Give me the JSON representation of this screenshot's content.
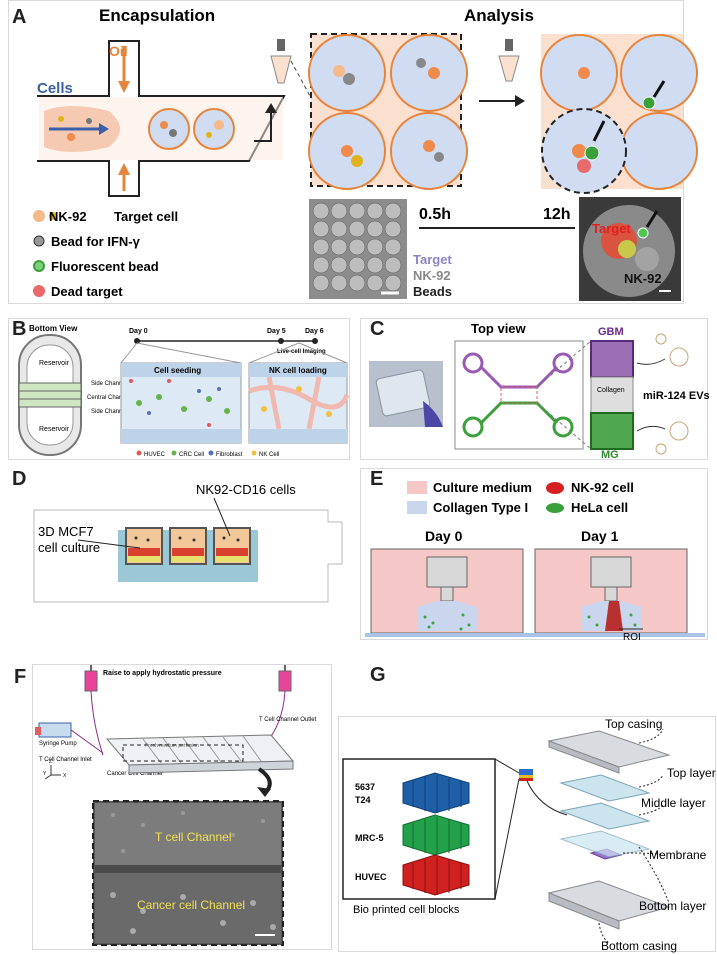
{
  "panel_labels": {
    "a": "A",
    "b": "B",
    "c": "C",
    "d": "D",
    "e": "E",
    "f": "F",
    "g": "G"
  },
  "panelA": {
    "encapsulation": "Encapsulation",
    "analysis": "Analysis",
    "oil": "Oil",
    "cells": "Cells",
    "legend": {
      "nk92": "NK-92",
      "target_cell": "Target cell",
      "bead_ifn": "Bead for IFN-γ",
      "fluor_bead": "Fluorescent bead",
      "dead_target": "Dead target"
    },
    "time_start": "0.5h",
    "time_end": "12h",
    "micro_labels": {
      "target": "Target",
      "nk92": "NK-92",
      "beads": "Beads"
    },
    "inset_target": "Target",
    "inset_nk92": "NK-92"
  },
  "panelB": {
    "bottom_view": "Bottom View",
    "reservoir_top": "Reservoir",
    "reservoir_bottom": "Reservoir",
    "side_channel_1": "Side Channel",
    "central_channel": "Central Channel",
    "side_channel_2": "Side Channel",
    "day0": "Day 0",
    "day5": "Day 5",
    "day6": "Day 6",
    "live_imaging": "Live-cell Imaging",
    "cell_seeding": "Cell seeding",
    "nk_loading": "NK cell loading",
    "legend": {
      "huvec": "HUVEC",
      "crc": "CRC Cell",
      "fibroblast": "Fibroblast",
      "nk": "NK Cell"
    }
  },
  "panelC": {
    "top_view": "Top view",
    "gbm": "GBM",
    "collagen": "Collagen",
    "mg": "MG",
    "evs": "miR-124 EVs"
  },
  "panelD": {
    "nk92_cd16": "NK92-CD16 cells",
    "mcf7_line1": "3D MCF7",
    "mcf7_line2": "cell culture"
  },
  "panelE": {
    "legend": {
      "culture_medium": "Culture medium",
      "collagen": "Collagen Type I",
      "nk92": "NK-92 cell",
      "hela": "HeLa cell"
    },
    "day0": "Day 0",
    "day1": "Day 1",
    "roi": "ROI"
  },
  "panelF": {
    "raise": "Raise to apply hydrostatic pressure",
    "syringe_pump": "Syringe Pump",
    "t_inlet": "T Cell Channel Inlet",
    "t_outlet": "T Cell Channel Outlet",
    "cancer_channel": "Cancer Cell Channel",
    "fresh_medium": "Fresh medium perfusion",
    "t_cell_channel_label": "T cell Channel",
    "cancer_cell_channel_label": "Cancer cell Channel",
    "axis_y": "Y",
    "axis_z": "Z",
    "axis_x": "X"
  },
  "panelG": {
    "top_casing": "Top casing",
    "top_layer": "Top layer",
    "middle_layer": "Middle layer",
    "membrane": "Membrane",
    "bottom_layer": "Bottom layer",
    "bottom_casing": "Bottom casing",
    "cell_5637": "5637",
    "cell_t24": "T24",
    "cell_mrc5": "MRC-5",
    "cell_huvec": "HUVEC",
    "bio_printed": "Bio printed cell blocks"
  },
  "colors": {
    "orange": "#e8843a",
    "blue": "#3c5fa8",
    "pink": "#f6c7c7",
    "lightblue": "#c9d6ee",
    "green": "#3aa13a",
    "red": "#d42020"
  }
}
